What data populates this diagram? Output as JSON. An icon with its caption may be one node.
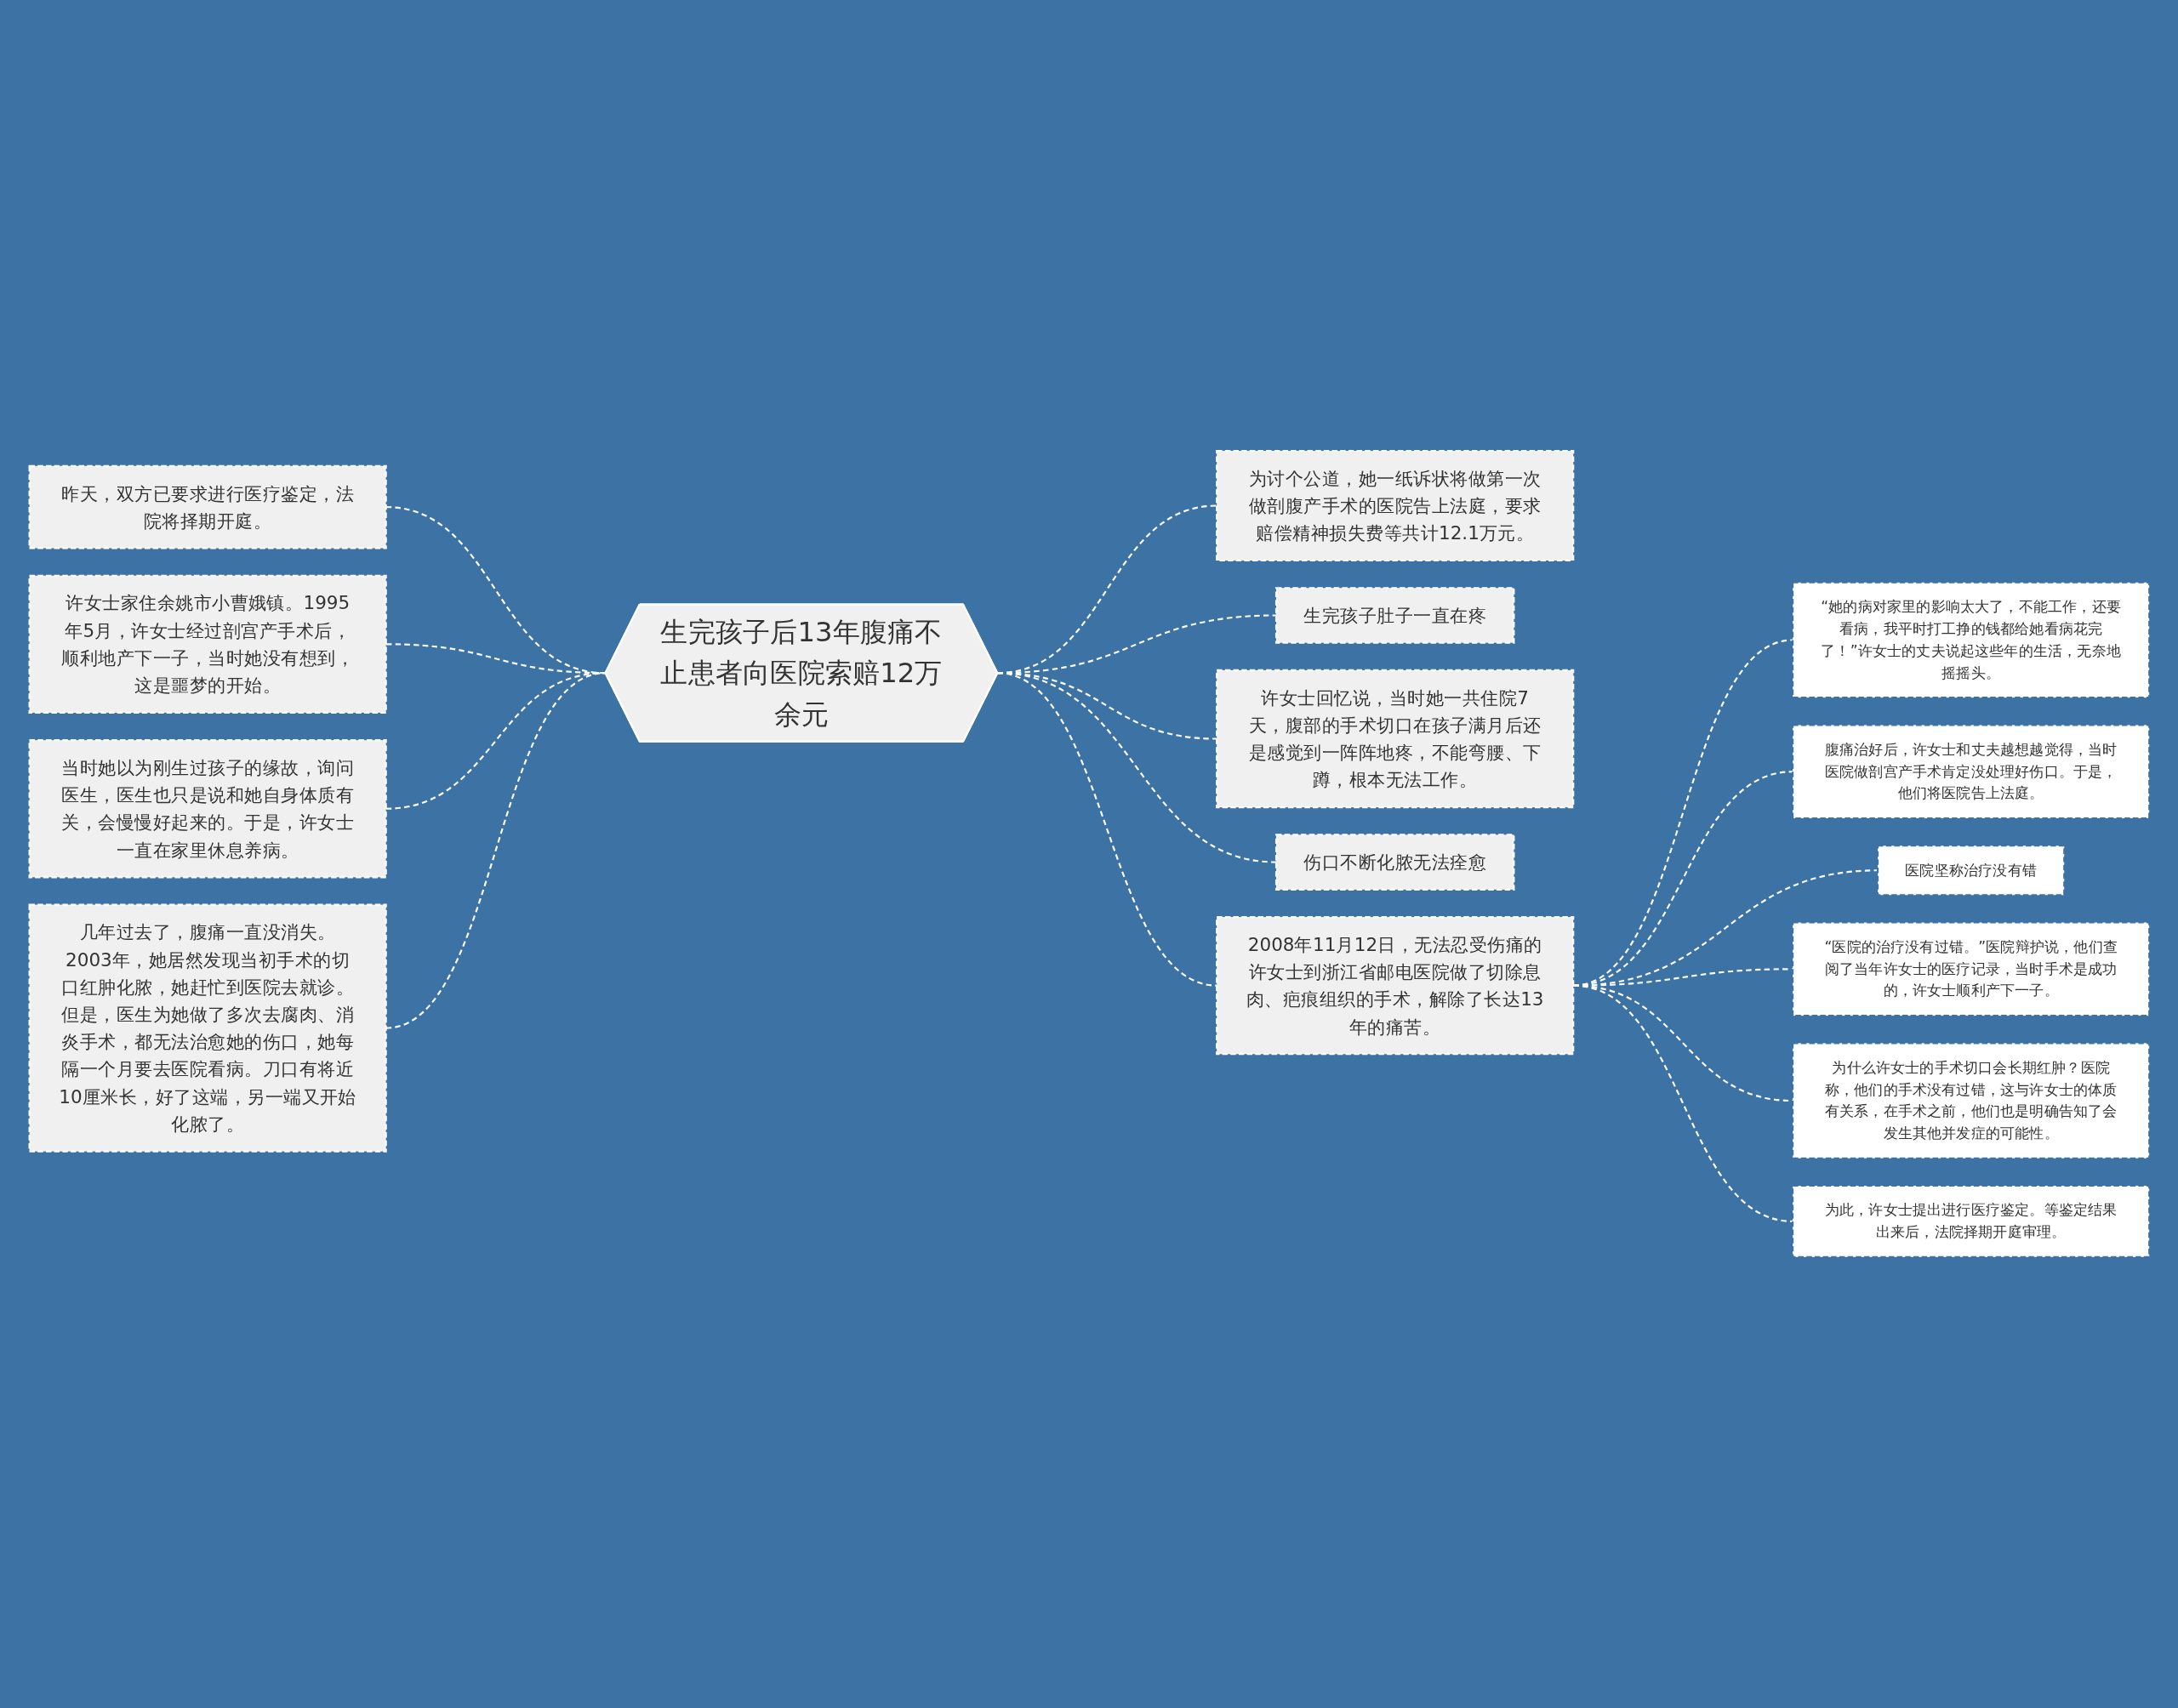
{
  "diagram": {
    "nodes": [
      {
        "text": [
          "生完孩子后13年腹痛不止患者向医院索赔12万余元"
        ]
      },
      {
        "text": [
          "昨天，双方已要求进行医疗鉴定，法院将择期开庭。"
        ]
      },
      {
        "text": [
          "许女士家住余姚市小曹娥镇。1995年5月，许女士经过剖宫产手术后，顺利地产下一子，当时她没有想到，这是噩梦的开始。"
        ]
      },
      {
        "text": [
          "当时她以为刚生过孩子的缘故，询问医生，医生也只是说和她自身体质有关，会慢慢好起来的。于是，许女士一直在家里休息养病。"
        ]
      },
      {
        "text": [
          "几年过去了，腹痛一直没消失。2003年，她居然发现当初手术的切口红肿化脓，她赶忙到医院去就诊。但是，医生为她做了多次去腐肉、消炎手术，都无法治愈她的伤口，她每隔一个月要去医院看病。刀口有将近10厘米长，好了这端，另一端又开始化脓了。"
        ]
      },
      {
        "text": [
          "为讨个公道，她一纸诉状将做第一次做剖腹产手术的医院告上法庭，要求赔偿精神损失费等共计12.1万元。"
        ]
      },
      {
        "text": [
          "生完孩子肚子一直在疼"
        ]
      },
      {
        "text": [
          "许女士回忆说，当时她一共住院7天，腹部的手术切口在孩子满月后还是感觉到一阵阵地疼，不能弯腰、下蹲，根本无法工作。"
        ]
      },
      {
        "text": [
          "伤口不断化脓无法痊愈"
        ]
      },
      {
        "text": [
          "2008年11月12日，无法忍受伤痛的许女士到浙江省邮电医院做了切除息肉、疤痕组织的手术，解除了长达13年的痛苦。"
        ]
      },
      {
        "text": [
          "“她的病对家里的影响太大了，不能工作，还要看病，我平时打工挣的钱都给她看病花完了！”许女士的丈夫说起这些年的生活，无奈地摇摇头。"
        ]
      },
      {
        "text": [
          "腹痛治好后，许女士和丈夫越想越觉得，当时医院做剖宫产手术肯定没处理好伤口。于是，他们将医院告上法庭。"
        ]
      },
      {
        "text": [
          "医院坚称治疗没有错"
        ]
      },
      {
        "text": [
          "“医院的治疗没有过错。”医院辩护说，他们查阅了当年许女士的医疗记录，当时手术是成功的，许女士顺利产下一子。"
        ]
      },
      {
        "text": [
          "为什么许女士的手术切口会长期红肿？医院称，他们的手术没有过错，这与许女士的体质有关系，在手术之前，他们也是明确告知了会发生其他并发症的可能性。"
        ]
      },
      {
        "text": [
          "为此，许女士提出进行医疗鉴定。等鉴定结果出来后，法院择期开庭审理。"
        ]
      }
    ],
    "edges": [
      {
        "from": 0,
        "to": 1,
        "arrow": "none",
        "style": "dashed"
      },
      {
        "from": 0,
        "to": 2,
        "arrow": "none",
        "style": "dashed"
      },
      {
        "from": 0,
        "to": 3,
        "arrow": "none",
        "style": "dashed"
      },
      {
        "from": 0,
        "to": 4,
        "arrow": "none",
        "style": "dashed"
      },
      {
        "from": 0,
        "to": 5,
        "arrow": "none",
        "style": "dashed"
      },
      {
        "from": 0,
        "to": 6,
        "arrow": "none",
        "style": "dashed"
      },
      {
        "from": 0,
        "to": 7,
        "arrow": "none",
        "style": "dashed"
      },
      {
        "from": 0,
        "to": 8,
        "arrow": "none",
        "style": "dashed"
      },
      {
        "from": 0,
        "to": 9,
        "arrow": "none",
        "style": "dashed"
      },
      {
        "from": 9,
        "to": 10,
        "arrow": "none",
        "style": "dashed"
      },
      {
        "from": 9,
        "to": 11,
        "arrow": "none",
        "style": "dashed"
      },
      {
        "from": 9,
        "to": 12,
        "arrow": "none",
        "style": "dashed"
      },
      {
        "from": 9,
        "to": 13,
        "arrow": "none",
        "style": "dashed"
      },
      {
        "from": 9,
        "to": 14,
        "arrow": "none",
        "style": "dashed"
      },
      {
        "from": 9,
        "to": 15,
        "arrow": "none",
        "style": "dashed"
      }
    ]
  }
}
